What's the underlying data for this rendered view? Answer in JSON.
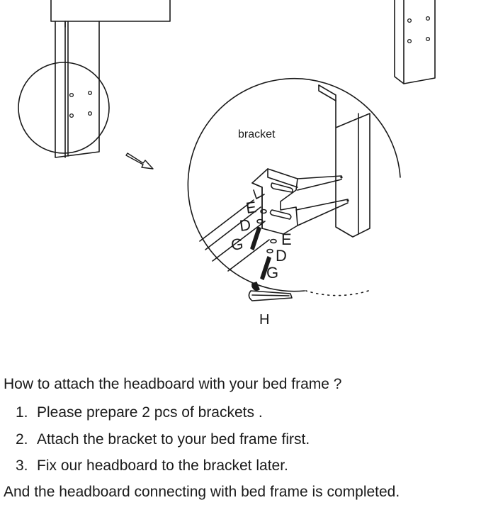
{
  "diagram": {
    "labels": {
      "bracket": "bracket",
      "e_upper": "E",
      "d_upper": "D",
      "g_upper": "G",
      "e_lower": "E",
      "d_lower": "D",
      "g_lower": "G",
      "h": "H"
    }
  },
  "instructions": {
    "question": "How to attach the headboard with your bed frame ?",
    "steps": [
      {
        "number": "1.",
        "text": "Please prepare 2 pcs of brackets ."
      },
      {
        "number": "2.",
        "text": "Attach  the bracket to your bed frame first."
      },
      {
        "number": "3.",
        "text": "Fix our headboard  to the bracket later."
      }
    ],
    "conclusion": "And the headboard connecting with bed frame is completed."
  }
}
